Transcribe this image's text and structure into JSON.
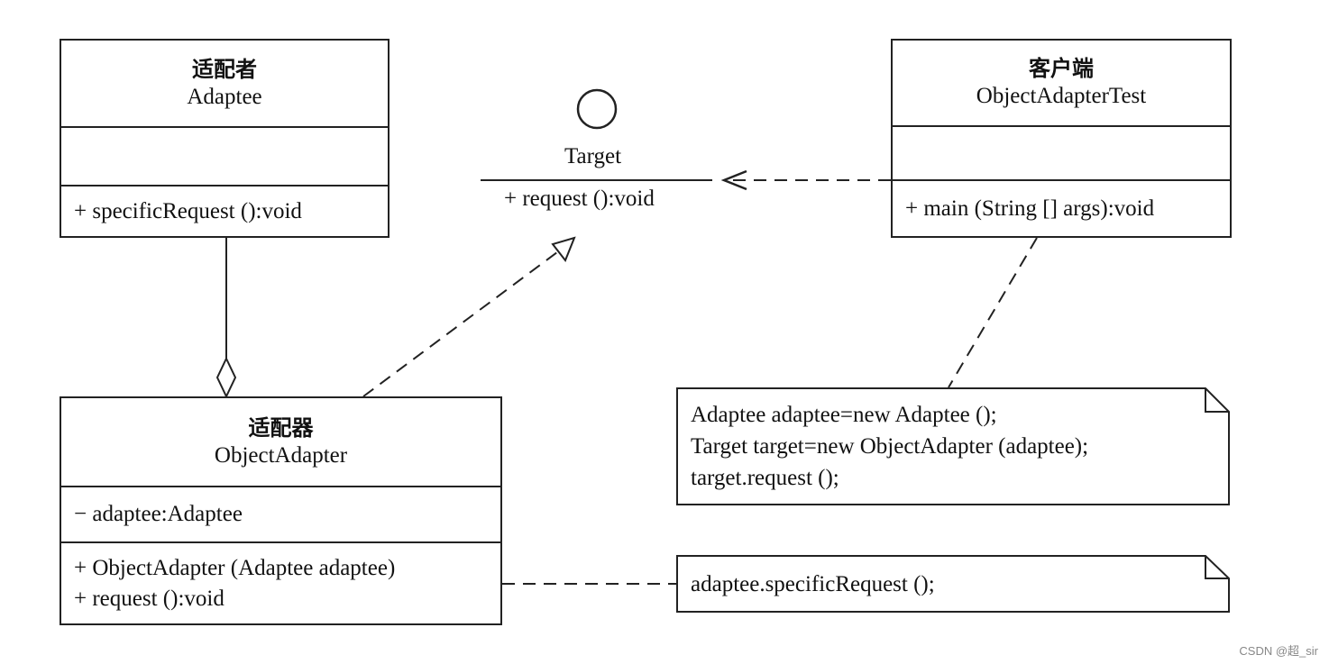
{
  "classes": {
    "adaptee": {
      "stereotype": "适配者",
      "name": "Adaptee",
      "methods": [
        "+ specificRequest ():void"
      ]
    },
    "client": {
      "stereotype": "客户端",
      "name": "ObjectAdapterTest",
      "methods": [
        "+ main (String [] args):void"
      ]
    },
    "adapter": {
      "stereotype": "适配器",
      "name": "ObjectAdapter",
      "attributes": [
        "− adaptee:Adaptee"
      ],
      "methods": [
        "+ ObjectAdapter (Adaptee adaptee)",
        "+ request ():void"
      ]
    }
  },
  "interface": {
    "name": "Target",
    "methods": [
      "+ request ():void"
    ]
  },
  "notes": {
    "client_note": [
      "Adaptee adaptee=new Adaptee ();",
      "Target target=new ObjectAdapter (adaptee);",
      "target.request ();"
    ],
    "adapter_note": [
      "adaptee.specificRequest ();"
    ]
  },
  "watermark": "CSDN @超_sir",
  "colors": {
    "line": "#222222",
    "background": "#ffffff"
  }
}
